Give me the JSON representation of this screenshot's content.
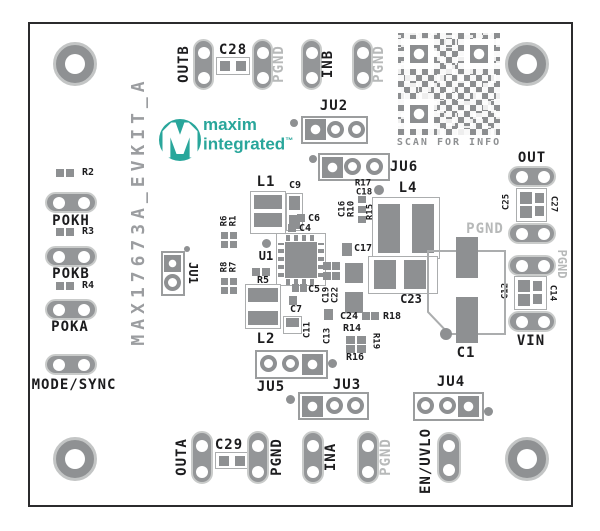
{
  "board_title": "MAX17673A_EVKIT_A",
  "logo": {
    "line1": "maxim",
    "line2": "integrated",
    "tm": "™"
  },
  "qr": {
    "caption": "SCAN FOR INFO"
  },
  "colors": {
    "teal": "#29A69B",
    "pad_gray": "#8E9092",
    "light_gray": "#B7B9B9",
    "silk_black": "#1C1C1E"
  },
  "test_points": {
    "outb": "OUTB",
    "inb": "INB",
    "pgnd": "PGND",
    "out": "OUT",
    "vin": "VIN",
    "pokh": "POKH",
    "pokb": "POKB",
    "poka": "POKA",
    "mode_sync": "MODE/SYNC",
    "outa": "OUTA",
    "ina": "INA",
    "en_uvlo": "EN/UVLO"
  },
  "jumpers": {
    "ju1": "JU1",
    "ju2": "JU2",
    "ju3": "JU3",
    "ju4": "JU4",
    "ju5": "JU5",
    "ju6": "JU6"
  },
  "components": {
    "u1": "U1",
    "l1": "L1",
    "l2": "L2",
    "l4": "L4",
    "c1": "C1",
    "c4": "C4",
    "c5": "C5",
    "c6": "C6",
    "c7": "C7",
    "c9": "C9",
    "c11": "C11",
    "c12": "C12",
    "c13": "C13",
    "c14": "C14",
    "c16": "C16",
    "c17": "C17",
    "c18": "C18",
    "c19": "C19",
    "c22": "C22",
    "c23": "C23",
    "c24": "C24",
    "c25": "C25",
    "c27": "C27",
    "c28": "C28",
    "c29": "C29",
    "r1": "R1",
    "r2": "R2",
    "r3": "R3",
    "r4": "R4",
    "r5": "R5",
    "r6": "R6",
    "r7": "R7",
    "r8": "R8",
    "r10": "R10",
    "r14": "R14",
    "r15": "R15",
    "r16": "R16",
    "r17": "R17",
    "r18": "R18",
    "r19": "R19"
  }
}
